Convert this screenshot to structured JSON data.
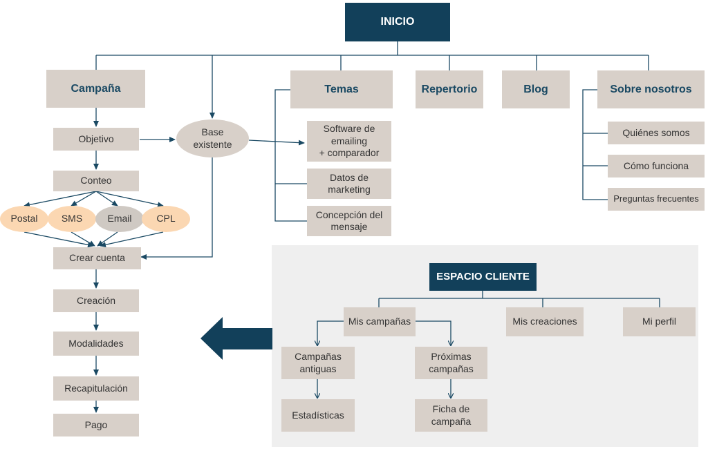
{
  "colors": {
    "navy": "#12405a",
    "node_fill": "#d8d0c9",
    "peach": "#fbd7b2",
    "panel": "#efefef",
    "line": "#1a4963"
  },
  "inicio": "INICIO",
  "top_nav": {
    "campana": "Campaña",
    "temas": "Temas",
    "repertorio": "Repertorio",
    "blog": "Blog",
    "sobre": "Sobre nosotros"
  },
  "campaign_flow": {
    "objetivo": "Objetivo",
    "conteo": "Conteo",
    "channels": [
      "Postal",
      "SMS",
      "Email",
      "CPL"
    ],
    "crear_cuenta": "Crear cuenta",
    "creacion": "Creación",
    "modalidades": "Modalidades",
    "recapitulacion": "Recapitulación",
    "pago": "Pago"
  },
  "base_existente": "Base\nexistente",
  "temas_items": [
    "Software de\nemailing\n+ comparador",
    "Datos de\nmarketing",
    "Concepción del\nmensaje"
  ],
  "sobre_items": [
    "Quiénes somos",
    "Cómo funciona",
    "Preguntas frecuentes"
  ],
  "espacio_cliente": {
    "title": "ESPACIO CLIENTE",
    "mis_campanas": "Mis campañas",
    "mis_creaciones": "Mis creaciones",
    "mi_perfil": "Mi perfil",
    "campanas_antiguas": "Campañas\nantiguas",
    "proximas_campanas": "Próximas\ncampañas",
    "estadisticas": "Estadísticas",
    "ficha_campana": "Ficha de\ncampaña"
  }
}
